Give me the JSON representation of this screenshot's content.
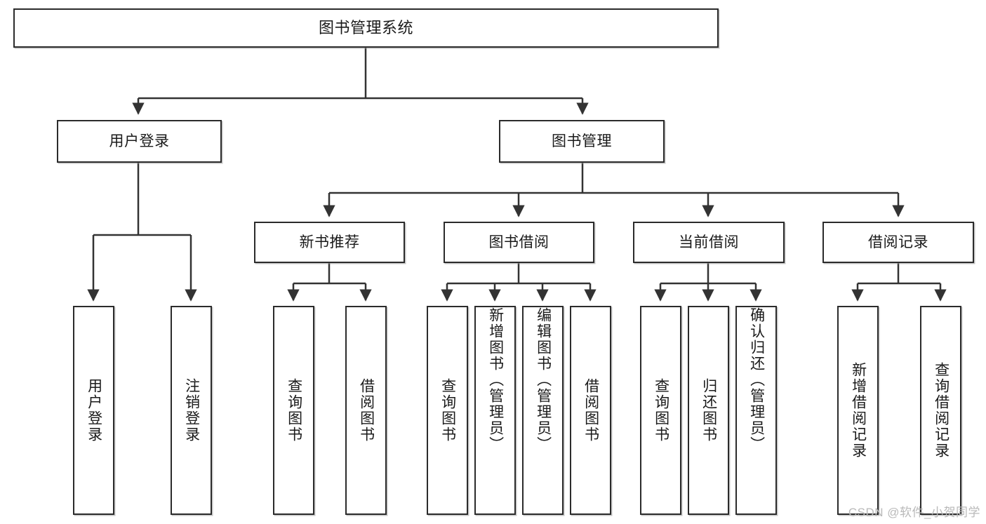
{
  "diagram": {
    "title": "图书管理系统",
    "type": "tree-hierarchy",
    "watermark": "CSDN @软件_小贺同学",
    "colors": {
      "box_border": "#2b2b2b",
      "box_fill": "#ffffff",
      "connector": "#333333",
      "text": "#1a1a1a",
      "watermark": "#b9b9b9"
    },
    "nodes": {
      "root": {
        "label": "图书管理系统"
      },
      "level1": [
        {
          "id": "user-login",
          "label": "用户登录"
        },
        {
          "id": "book-management",
          "label": "图书管理"
        }
      ],
      "level2": [
        {
          "id": "new-book-recommend",
          "label": "新书推荐"
        },
        {
          "id": "book-borrow",
          "label": "图书借阅"
        },
        {
          "id": "current-borrow",
          "label": "当前借阅"
        },
        {
          "id": "borrow-record",
          "label": "借阅记录"
        }
      ],
      "leaves": {
        "user_login": [
          {
            "id": "leaf-user-login",
            "label": "用户登录"
          },
          {
            "id": "leaf-logout-login",
            "label": "注销登录"
          }
        ],
        "new_book_recommend": [
          {
            "id": "leaf-query-book-1",
            "label": "查询图书"
          },
          {
            "id": "leaf-borrow-book-1",
            "label": "借阅图书"
          }
        ],
        "book_borrow": [
          {
            "id": "leaf-query-book-2",
            "label": "查询图书"
          },
          {
            "id": "leaf-add-book",
            "label": "新增图书（管理员）"
          },
          {
            "id": "leaf-edit-book",
            "label": "编辑图书（管理员）"
          },
          {
            "id": "leaf-borrow-book-2",
            "label": "借阅图书"
          }
        ],
        "current_borrow": [
          {
            "id": "leaf-query-book-3",
            "label": "查询图书"
          },
          {
            "id": "leaf-return-book",
            "label": "归还图书"
          },
          {
            "id": "leaf-confirm-return",
            "label": "确认归还（管理员）"
          }
        ],
        "borrow_record": [
          {
            "id": "leaf-add-record",
            "label": "新增借阅记录"
          },
          {
            "id": "leaf-query-record",
            "label": "查询借阅记录"
          }
        ]
      }
    }
  }
}
